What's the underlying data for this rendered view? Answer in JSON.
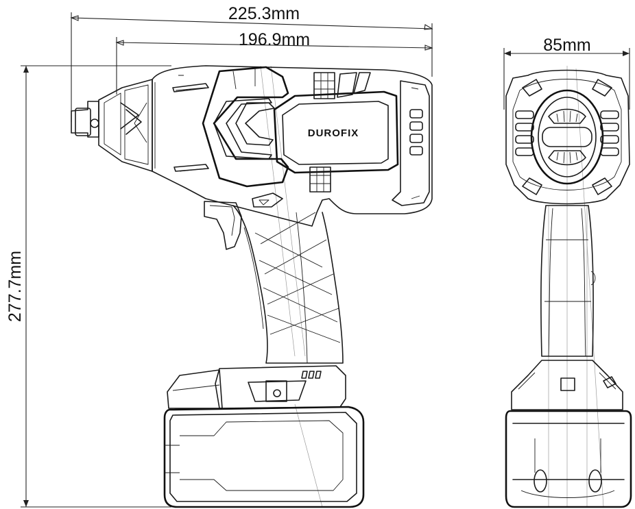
{
  "dimensions": {
    "overall_length": "225.3mm",
    "body_length": "196.9mm",
    "width": "85mm",
    "height": "277.7mm"
  },
  "brand": {
    "logo_text": "DUROFIX"
  },
  "colors": {
    "line": "#1a1a1a",
    "background": "#ffffff"
  }
}
